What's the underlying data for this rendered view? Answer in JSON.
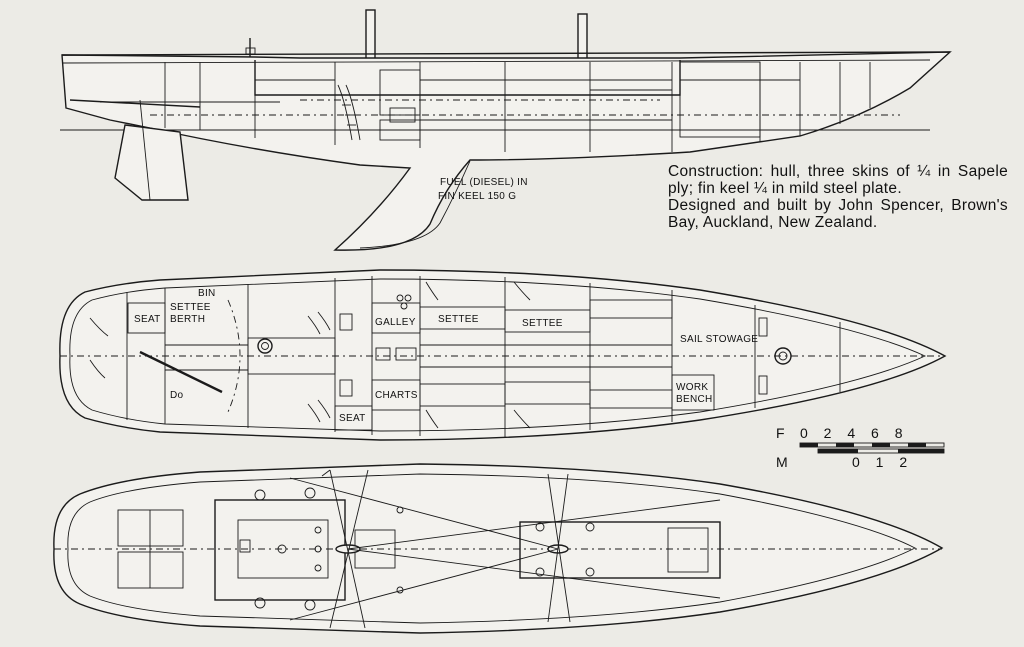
{
  "caption": {
    "construction": "Construction: hull, three skins of ¼ in Sapele ply; fin keel ¼ in mild steel plate.",
    "builder": "Designed and built by John Spencer, Brown's Bay, Auckland, New Zealand."
  },
  "profile": {
    "fuel_line1": "FUEL (DIESEL) IN",
    "fuel_line2": "FIN KEEL 150 G"
  },
  "accommodation": {
    "seat_aft": "SEAT",
    "settee_berth_1": "SETTEE",
    "settee_berth_2": "BERTH",
    "bin": "BIN",
    "ditto": "Do",
    "galley": "GALLEY",
    "charts": "CHARTS",
    "seat_mid": "SEAT",
    "settee_1": "SETTEE",
    "settee_2": "SETTEE",
    "sail_stowage": "SAIL STOWAGE",
    "work_1": "WORK",
    "work_2": "BENCH"
  },
  "scale": {
    "feet_label": "F",
    "feet_ticks": "0 2 4 6 8",
    "metres_label": "M",
    "metres_ticks": "0 1 2"
  }
}
